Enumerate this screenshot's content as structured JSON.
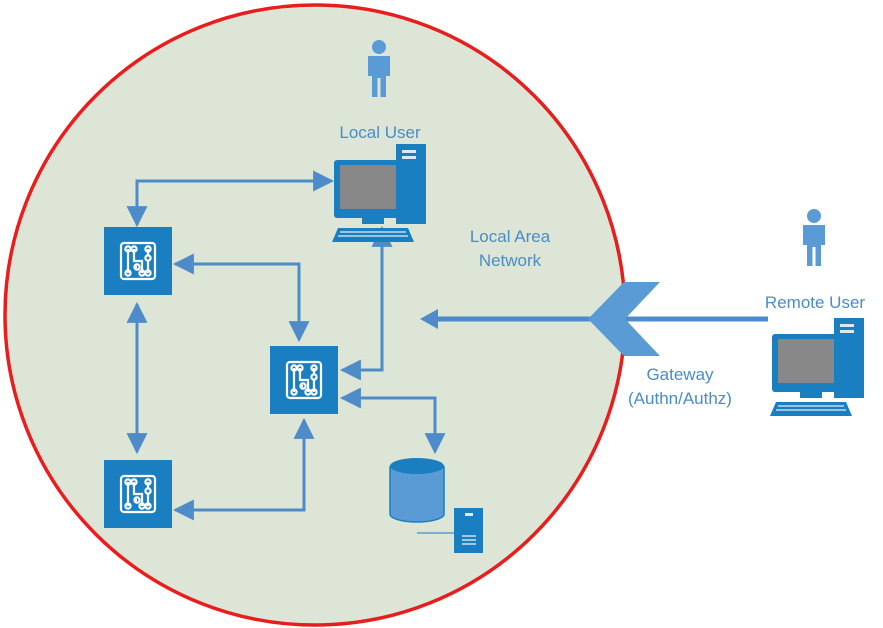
{
  "labels": {
    "local_user": "Local User",
    "network_line1": "Local Area",
    "network_line2": "Network",
    "remote_user": "Remote User",
    "gateway_line1": "Gateway",
    "gateway_line2": "(Authn/Authz)"
  },
  "colors": {
    "boundary": "#e81e1e",
    "region_fill": "#dde6d6",
    "node": "#1a7fc1",
    "icon_light": "#5b9bd5",
    "connector": "#4e8cc9",
    "text": "#4a8cc7"
  },
  "icons": {
    "person": "person-icon",
    "computer": "desktop-computer-icon",
    "switch": "network-node-icon",
    "database": "database-icon",
    "server": "server-icon",
    "gateway": "gateway-arrow-icon"
  }
}
